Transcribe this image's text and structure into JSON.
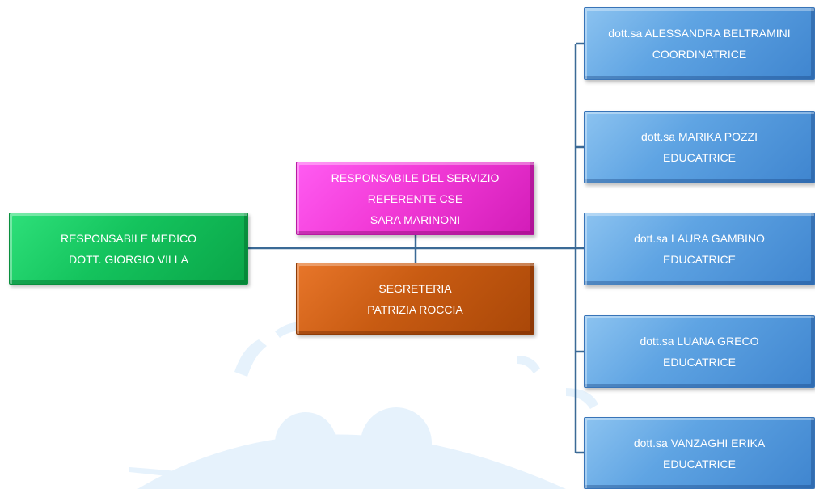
{
  "colors": {
    "medico": "#16c35e",
    "servizio": "#f23ad7",
    "segreteria": "#c85b12",
    "educatori": "#5fa4e3",
    "connector": "#3b6a96",
    "watermark": "#e6f2fc"
  },
  "medico": {
    "line1": "RESPONSABILE MEDICO",
    "line2": "DOTT. GIORGIO VILLA"
  },
  "servizio": {
    "line1": "RESPONSABILE DEL SERVIZIO",
    "line2": "REFERENTE CSE",
    "line3": "SARA MARINONI"
  },
  "segreteria": {
    "line1": "SEGRETERIA",
    "line2": "PATRIZIA ROCCIA"
  },
  "staff": [
    {
      "name": "dott.sa ALESSANDRA BELTRAMINI",
      "role": "COORDINATRICE"
    },
    {
      "name": "dott.sa MARIKA POZZI",
      "role": "EDUCATRICE"
    },
    {
      "name": "dott.sa LAURA GAMBINO",
      "role": "EDUCATRICE"
    },
    {
      "name": "dott.sa LUANA GRECO",
      "role": "EDUCATRICE"
    },
    {
      "name": "dott.sa VANZAGHI ERIKA",
      "role": "EDUCATRICE"
    }
  ]
}
